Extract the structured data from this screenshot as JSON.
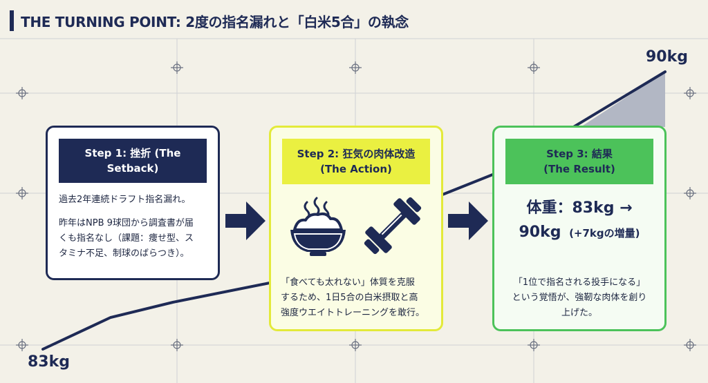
{
  "header": {
    "title": "THE TURNING POINT: 2度の指名漏れと「白米5合」の執念"
  },
  "weights": {
    "start": "83kg",
    "end": "90kg"
  },
  "steps": [
    {
      "title_line1": "Step 1: 挫折 (The Setback)",
      "title_line2": "",
      "body": [
        "過去2年連続ドラフト指名漏れ。",
        "",
        "昨年はNPB 9球団から調査書が届",
        "くも指名なし（課題：痩せ型、ス",
        "タミナ不足、制球のばらつき）。"
      ]
    },
    {
      "title_line1": "Step 2: 狂気の肉体改造",
      "title_line2": "(The Action)",
      "body": [
        "「食べても太れない」体質を克服",
        "するため、1日5合の白米摂取と高",
        "強度ウエイトトレーニングを敢行。"
      ]
    },
    {
      "title_line1": "Step 3: 結果",
      "title_line2": "(The Result)",
      "result_line1": "体重：83kg →",
      "result_line2": "90kg",
      "result_note": "(+7kgの増量)",
      "body": [
        "「1位で指名される投手になる」",
        "という覚悟が、強靭な肉体を創り",
        "上げた。"
      ]
    }
  ],
  "icons": [
    "rice-bowl-icon",
    "dumbbell-icon"
  ],
  "colors": {
    "navy": "#1e2a55",
    "yellow": "#eaf041",
    "green": "#4cc25a",
    "background": "#f3f1e8"
  }
}
